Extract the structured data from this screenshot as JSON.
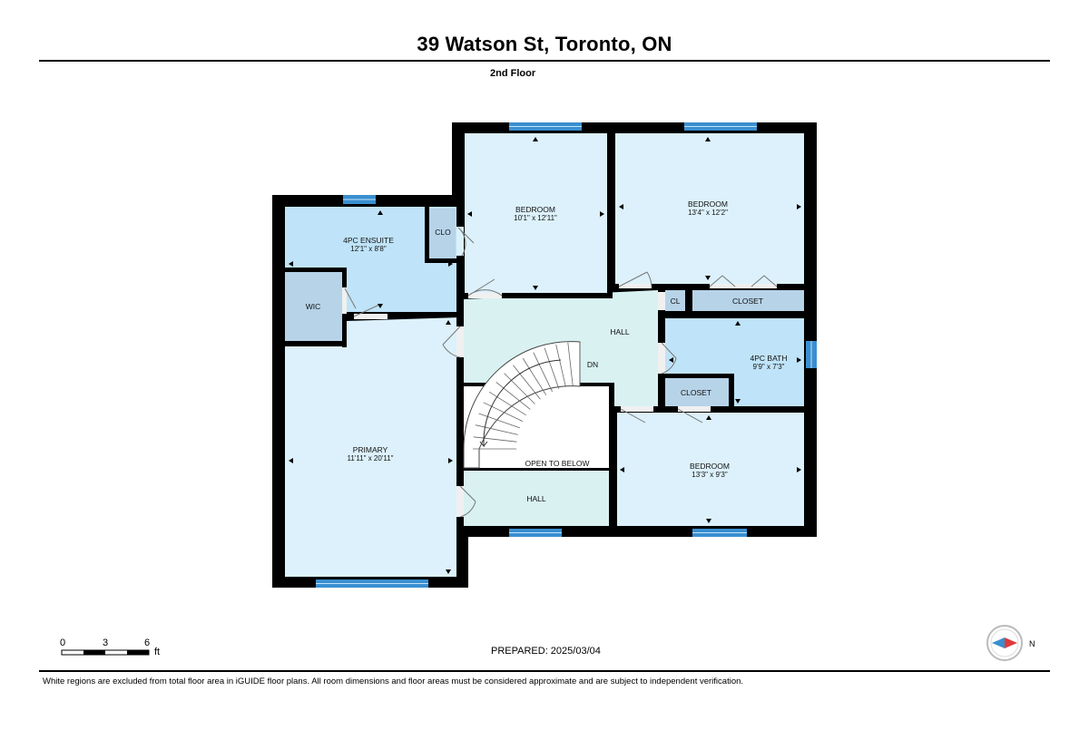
{
  "header": {
    "address": "39 Watson St, Toronto, ON",
    "floor": "2nd Floor"
  },
  "rooms": {
    "bedroom_1": {
      "name": "BEDROOM",
      "dims": "10'1\" x 12'11\""
    },
    "bedroom_2": {
      "name": "BEDROOM",
      "dims": "13'4\" x 12'2\""
    },
    "ensuite": {
      "name": "4PC ENSUITE",
      "dims": "12'1\" x 8'8\""
    },
    "clo": {
      "name": "CLO"
    },
    "wic": {
      "name": "WIC"
    },
    "hall_upper": {
      "name": "HALL"
    },
    "dn": {
      "name": "DN"
    },
    "cl": {
      "name": "CL"
    },
    "closet_1": {
      "name": "CLOSET"
    },
    "bath": {
      "name": "4PC BATH",
      "dims": "9'9\" x 7'3\""
    },
    "closet_2": {
      "name": "CLOSET"
    },
    "primary": {
      "name": "PRIMARY",
      "dims": "11'11\" x 20'11\""
    },
    "open_to_below": {
      "name": "OPEN TO BELOW"
    },
    "bedroom_3": {
      "name": "BEDROOM",
      "dims": "13'3\" x 9'3\""
    },
    "hall_lower": {
      "name": "HALL"
    }
  },
  "scale": {
    "ticks": [
      "0",
      "3",
      "6"
    ],
    "unit": "ft"
  },
  "prepared": "PREPARED: 2025/03/04",
  "compass": {
    "label": "N",
    "icon": "compass-icon"
  },
  "disclaimer": "White regions are excluded from total floor area in iGUIDE floor plans. All room dimensions and floor areas must be considered approximate and are subject to independent verification.",
  "colors": {
    "room": "#dcf1fb",
    "bath": "#bfe3f8",
    "closet": "#b7d3e8",
    "hall": "#d9f1f1",
    "wall": "#000000",
    "window": "#3a8fd0"
  }
}
